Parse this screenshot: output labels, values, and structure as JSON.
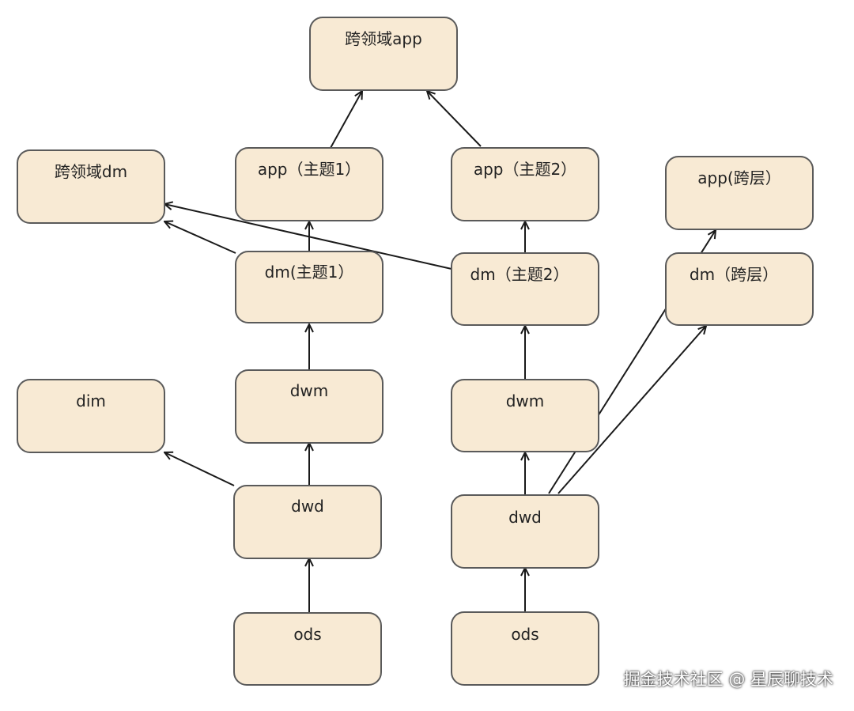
{
  "nodes": {
    "cross_domain_app": "跨领域app",
    "cross_domain_dm": "跨领域dm",
    "app_topic1": "app（主题1）",
    "app_topic2": "app（主题2）",
    "app_cross_layer": "app(跨层）",
    "dm_topic1": "dm(主题1）",
    "dm_topic2": "dm（主题2）",
    "dm_cross_layer": "dm（跨层）",
    "dim": "dim",
    "dwm_1": "dwm",
    "dwm_2": "dwm",
    "dwd_1": "dwd",
    "dwd_2": "dwd",
    "ods_1": "ods",
    "ods_2": "ods"
  },
  "watermark": "掘金技术社区 @ 星辰聊技术"
}
